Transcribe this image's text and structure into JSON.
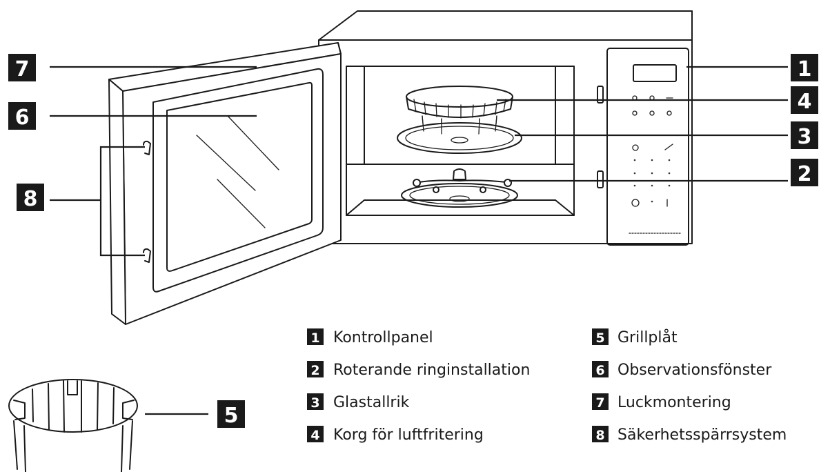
{
  "callouts": [
    {
      "num": "1"
    },
    {
      "num": "2"
    },
    {
      "num": "3"
    },
    {
      "num": "4"
    },
    {
      "num": "5"
    },
    {
      "num": "6"
    },
    {
      "num": "7"
    },
    {
      "num": "8"
    }
  ],
  "legend": [
    {
      "num": "1",
      "label": "Kontrollpanel"
    },
    {
      "num": "2",
      "label": "Roterande ringinstallation"
    },
    {
      "num": "3",
      "label": "Glastallrik"
    },
    {
      "num": "4",
      "label": "Korg för luftfritering"
    },
    {
      "num": "5",
      "label": "Grillplåt"
    },
    {
      "num": "6",
      "label": "Observationsfönster"
    },
    {
      "num": "7",
      "label": "Luckmontering"
    },
    {
      "num": "8",
      "label": "Säkerhetsspärrsystem"
    }
  ],
  "colors": {
    "ink": "#1a1a1a",
    "background": "#ffffff"
  }
}
